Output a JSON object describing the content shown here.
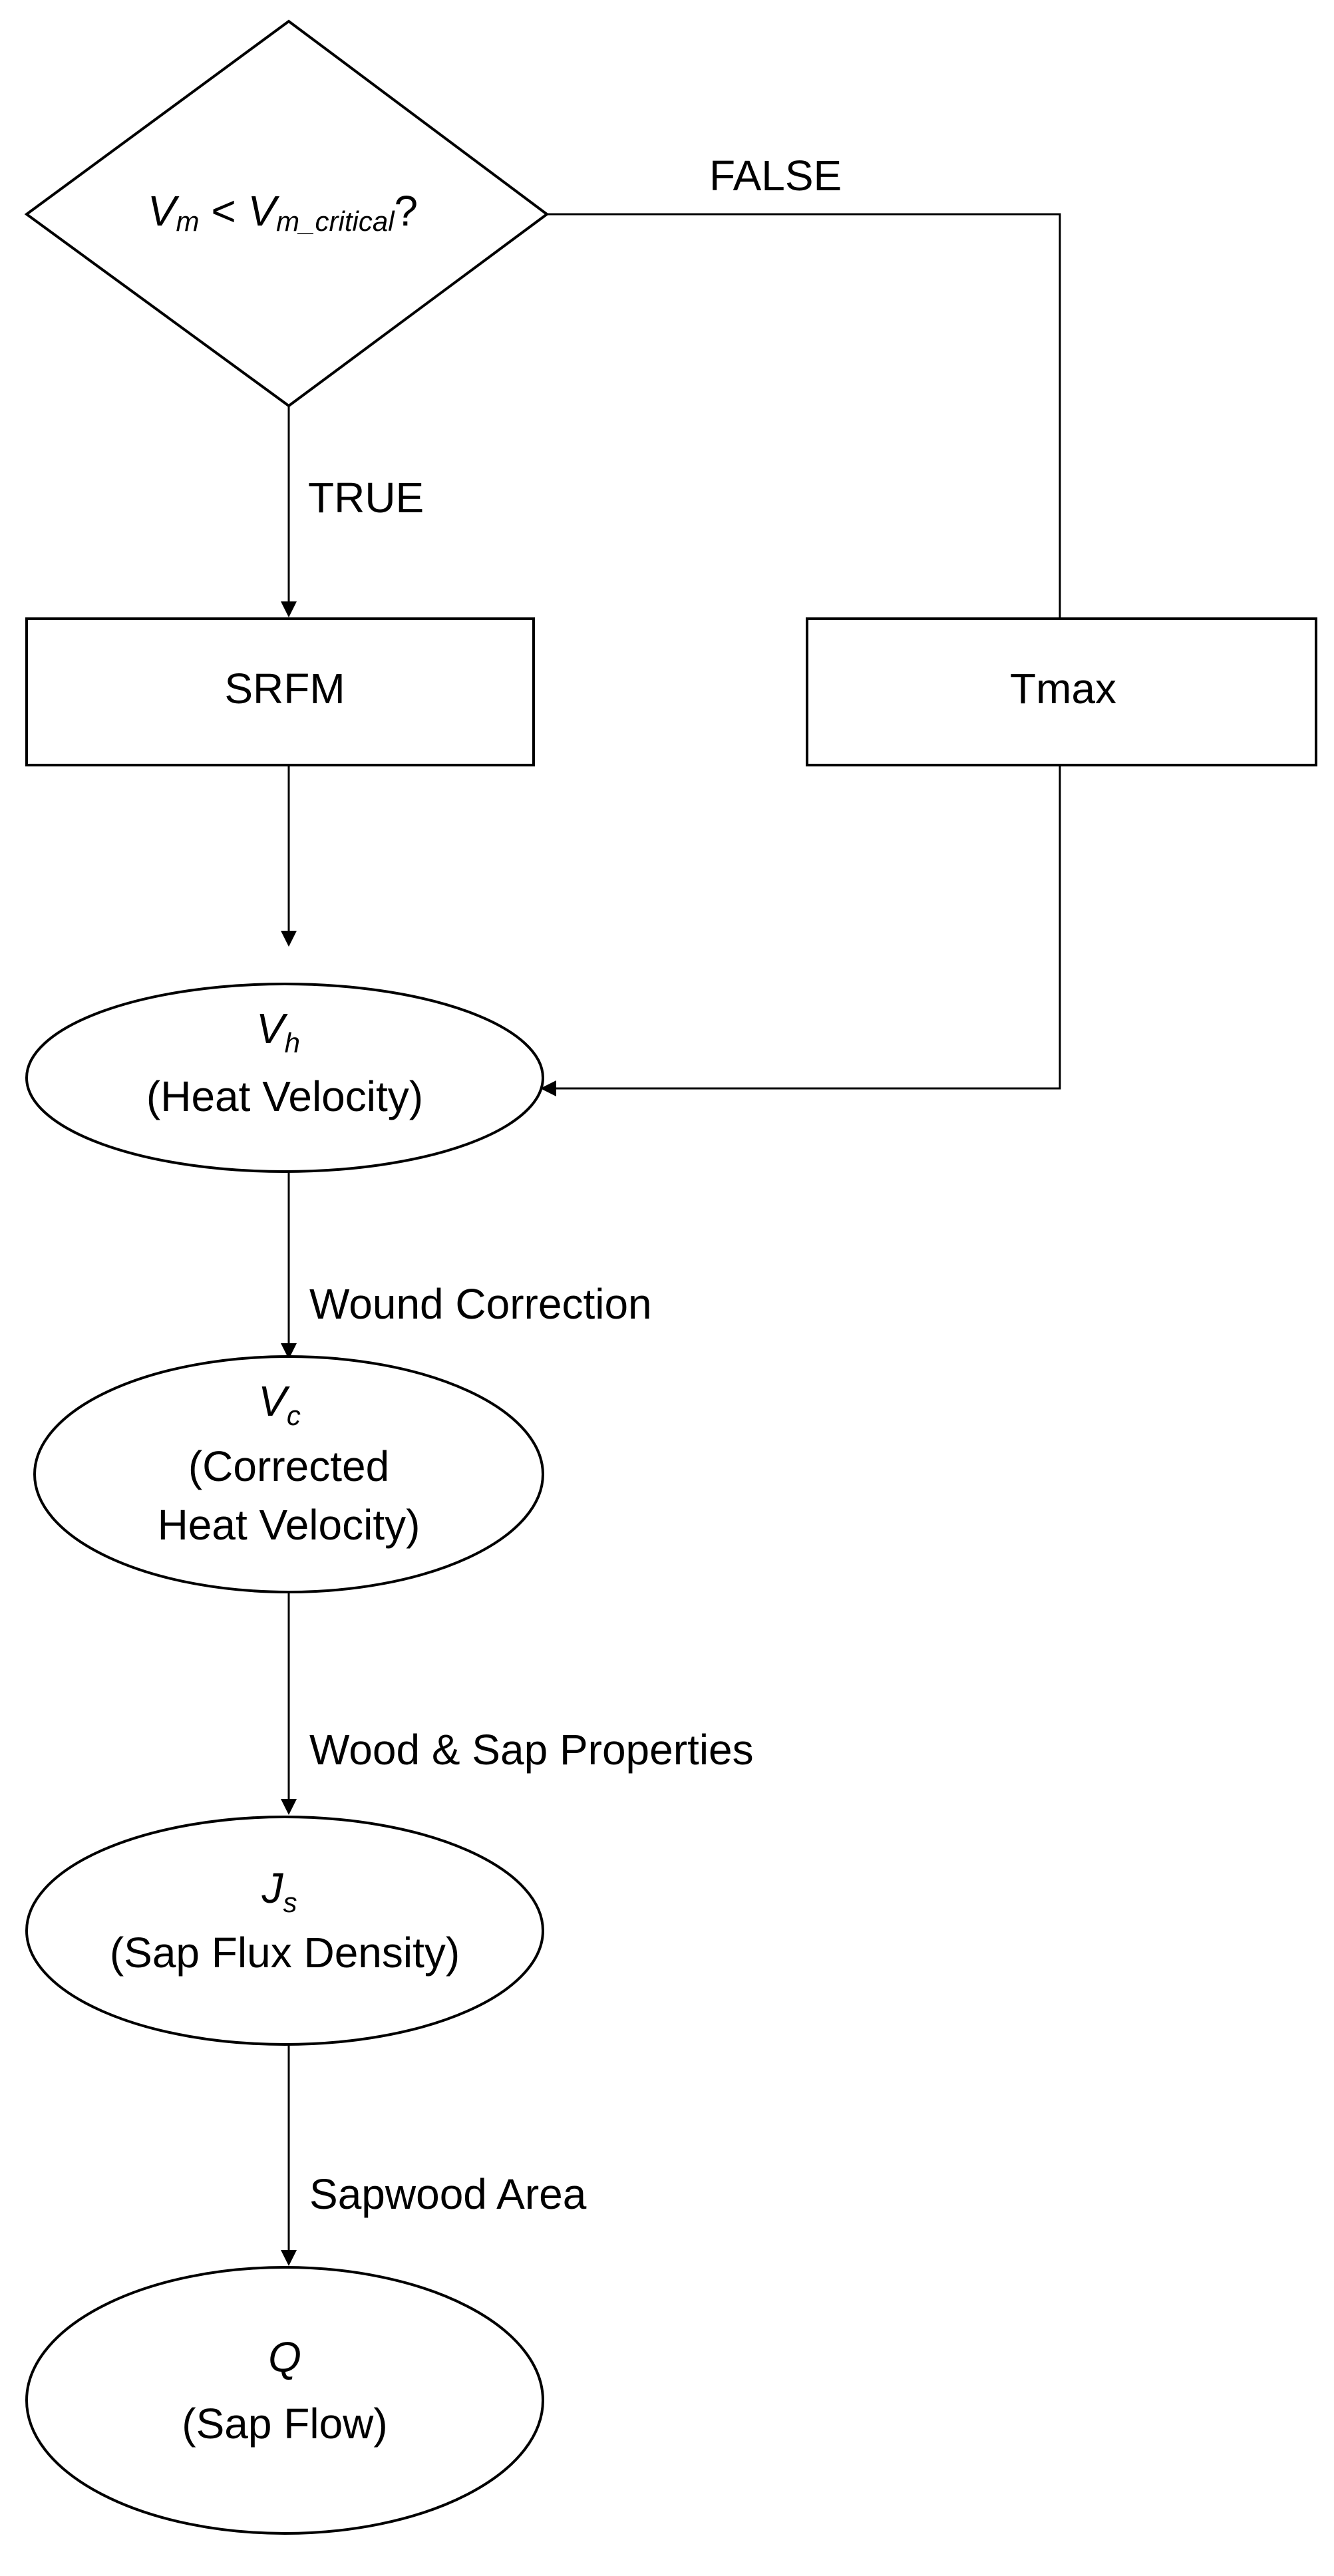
{
  "nodes": {
    "decision": {
      "var": "V",
      "var_sub": "m",
      "operator": " < ",
      "critical_var": "V",
      "critical_sub": "m_critical",
      "suffix": "?"
    },
    "srfm": {
      "label": "SRFM"
    },
    "tmax": {
      "label": "Tmax"
    },
    "heat_velocity": {
      "symbol": "V",
      "symbol_sub": "h",
      "label": "(Heat Velocity)"
    },
    "corrected_velocity": {
      "symbol": "V",
      "symbol_sub": "c",
      "label_line1": "(Corrected",
      "label_line2": "Heat Velocity)"
    },
    "sap_flux_density": {
      "symbol": "J",
      "symbol_sub": "s",
      "label": "(Sap Flux Density)"
    },
    "sap_flow": {
      "symbol": "Q",
      "label": "(Sap Flow)"
    }
  },
  "edges": {
    "true_label": "TRUE",
    "false_label": "FALSE",
    "wound_correction": "Wound Correction",
    "wood_sap_properties": "Wood & Sap Properties",
    "sapwood_area": "Sapwood Area"
  }
}
